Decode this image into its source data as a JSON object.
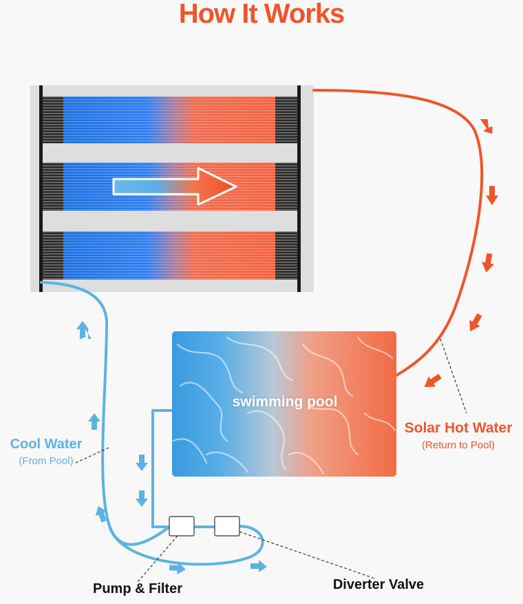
{
  "title": "How It Works",
  "pool_label": "swimming pool",
  "cool_water": {
    "label": "Cool Water",
    "sub": "(From Pool)"
  },
  "hot_water": {
    "label": "Solar Hot Water",
    "sub": "(Return to Pool)"
  },
  "pump_label": "Pump & Filter",
  "valve_label": "Diverter Valve",
  "colors": {
    "hot": "#f0542a",
    "cool": "#5cb3e0",
    "panel_blue": "#1a6fe0",
    "background": "#f8f8f8",
    "panel_frame": "#dcdcdc"
  }
}
